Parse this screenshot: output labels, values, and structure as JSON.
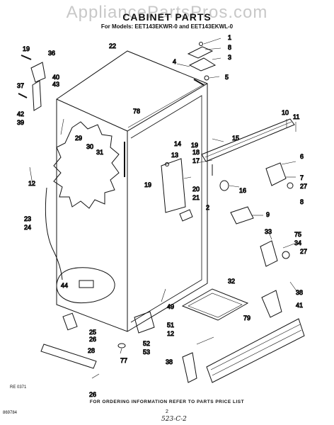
{
  "watermark": "AppliancePartsPros.com",
  "title": "CABINET PARTS",
  "subtitle": "For Models: EET143EKWR-0 and EET143EKWL-0",
  "footer": "FOR ORDERING INFORMATION REFER TO PARTS PRICE LIST",
  "page_number": "2",
  "code_left": "869784",
  "code_date": "RE  0371",
  "handwritten": "523-C-2",
  "callouts": [
    "1",
    "2",
    "3",
    "4",
    "5",
    "6",
    "7",
    "8",
    "8",
    "9",
    "10",
    "11",
    "12",
    "12",
    "13",
    "14",
    "15",
    "16",
    "17",
    "18",
    "19",
    "19",
    "19",
    "20",
    "21",
    "22",
    "23",
    "24",
    "25",
    "26",
    "26",
    "27",
    "27",
    "28",
    "29",
    "30",
    "31",
    "32",
    "33",
    "34",
    "36",
    "37",
    "38",
    "38",
    "39",
    "40",
    "41",
    "42",
    "43",
    "44",
    "49",
    "51",
    "52",
    "53",
    "75",
    "77",
    "78",
    "79"
  ]
}
